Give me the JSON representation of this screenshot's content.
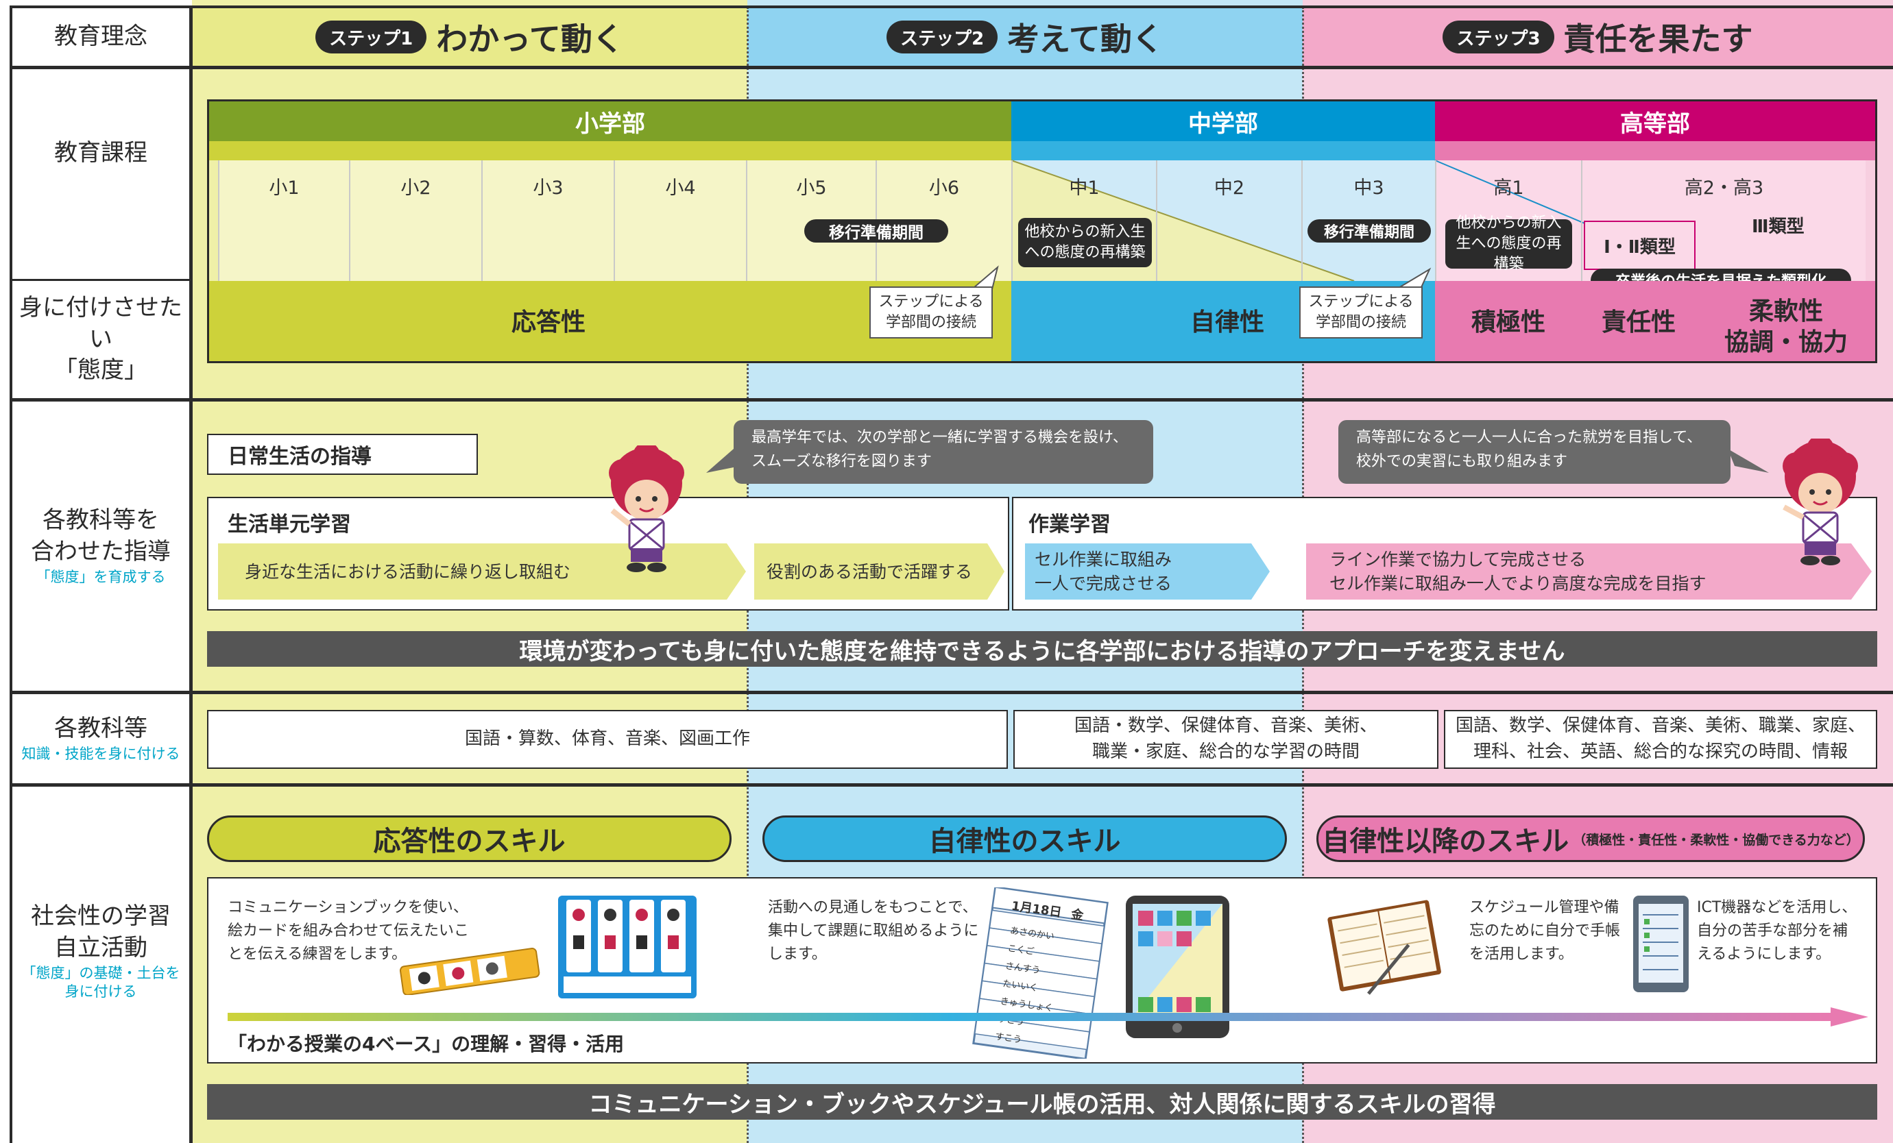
{
  "row_labels": {
    "philosophy": "教育理念",
    "curriculum": "教育課程",
    "attitude_1": "身に付けさせたい",
    "attitude_2": "「態度」",
    "combined_1": "各教科等を",
    "combined_2": "合わせた指導",
    "combined_sub": "「態度」を育成する",
    "subjects": "各教科等",
    "subjects_sub": "知識・技能を身に付ける",
    "social_1": "社会性の学習",
    "social_2": "自立活動",
    "social_sub_1": "「態度」の基礎・土台を",
    "social_sub_2": "身に付ける"
  },
  "steps": [
    {
      "badge": "ステップ1",
      "title": "わかって動く"
    },
    {
      "badge": "ステップ2",
      "title": "考えて動く"
    },
    {
      "badge": "ステップ3",
      "title": "責任を果たす"
    }
  ],
  "departments": [
    "小学部",
    "中学部",
    "高等部"
  ],
  "grades": {
    "g1": "小1",
    "g2": "小2",
    "g3": "小3",
    "g4": "小4",
    "g5": "小5",
    "g6": "小6",
    "m1": "中1",
    "m2": "中2",
    "m3": "中3",
    "h1": "高1",
    "h23": "高2・高3"
  },
  "curriculum_notes": {
    "transition_1": "移行準備期間",
    "transition_2": "移行準備期間",
    "rebuild_1": "他校からの新入生への態度の再構築",
    "rebuild_2": "他校からの新入生への態度の再構築",
    "type_12": "Ⅰ・Ⅱ類型",
    "type_3": "Ⅲ類型",
    "typification": "卒業後の生活を見据えた類型化"
  },
  "attitudes": {
    "responsiveness": "応答性",
    "autonomy": "自律性",
    "proactive": "積極性",
    "responsibility": "責任性",
    "flex_1": "柔軟性",
    "flex_2": "協調・協力"
  },
  "callouts": {
    "step_link_1": "ステップによる学部間の接続",
    "step_link_2": "ステップによる学部間の接続"
  },
  "guidance": {
    "daily": "日常生活の指導",
    "life_unit": "生活単元学習",
    "work": "作業学習",
    "bubble_1": "最高学年では、次の学部と一緒に学習する機会を設け、スムーズな移行を図ります",
    "bubble_2": "高等部になると一人一人に合った就労を目指して、校外での実習にも取り組みます",
    "arrow_1": "身近な生活における活動に繰り返し取組む",
    "arrow_2": "役割のある活動で活躍する",
    "arrow_3a": "セル作業に取組み",
    "arrow_3b": "一人で完成させる",
    "arrow_4a": "ライン作業で協力して完成させる",
    "arrow_4b": "セル作業に取組み一人でより高度な完成を目指す",
    "banner": "環境が変わっても身に付いた態度を維持できるように各学部における指導のアプローチを変えません"
  },
  "subjects": {
    "elem": "国語・算数、体育、音楽、図画工作",
    "mid_1": "国語・数学、保健体育、音楽、美術、",
    "mid_2": "職業・家庭、総合的な学習の時間",
    "high_1": "国語、数学、保健体育、音楽、美術、職業、家庭、",
    "high_2": "理科、社会、英語、総合的な探究の時間、情報"
  },
  "skills": {
    "s1": "応答性のスキル",
    "s2": "自律性のスキル",
    "s3": "自律性以降のスキル",
    "s3_note": "（積極性・責任性・柔軟性・協働できる力など）",
    "desc_1": "コミュニケーションブックを使い、絵カードを組み合わせて伝えたいことを伝える練習をします。",
    "desc_2": "活動への見通しをもつことで、集中して課題に取組めるようにします。",
    "desc_3": "スケジュール管理や備忘のために自分で手帳を活用します。",
    "desc_4": "ICT機器などを活用し、自分の苦手な部分を補えるようにします。",
    "four_base": "「わかる授業の4ベース」の理解・習得・活用",
    "schedule_date": "1月18日",
    "schedule_day": "金",
    "schedule_items": [
      "あさのかい",
      "こくご",
      "さんすう",
      "たいいく",
      "きゅうしょく",
      "すこう",
      "すこう"
    ],
    "banner": "コミュニケーション・ブックやスケジュール帳の活用、対人関係に関するスキルの習得"
  },
  "colors": {
    "step1_bg": "#f0f0a8",
    "step2_bg": "#c5e9f7",
    "step3_bg": "#f8cde0",
    "elem": "#7ea127",
    "mid": "#0096d2",
    "high": "#c8006f",
    "elem_light": "#cdd23a",
    "mid_light": "#33b1e0",
    "high_light": "#e87ab0"
  }
}
